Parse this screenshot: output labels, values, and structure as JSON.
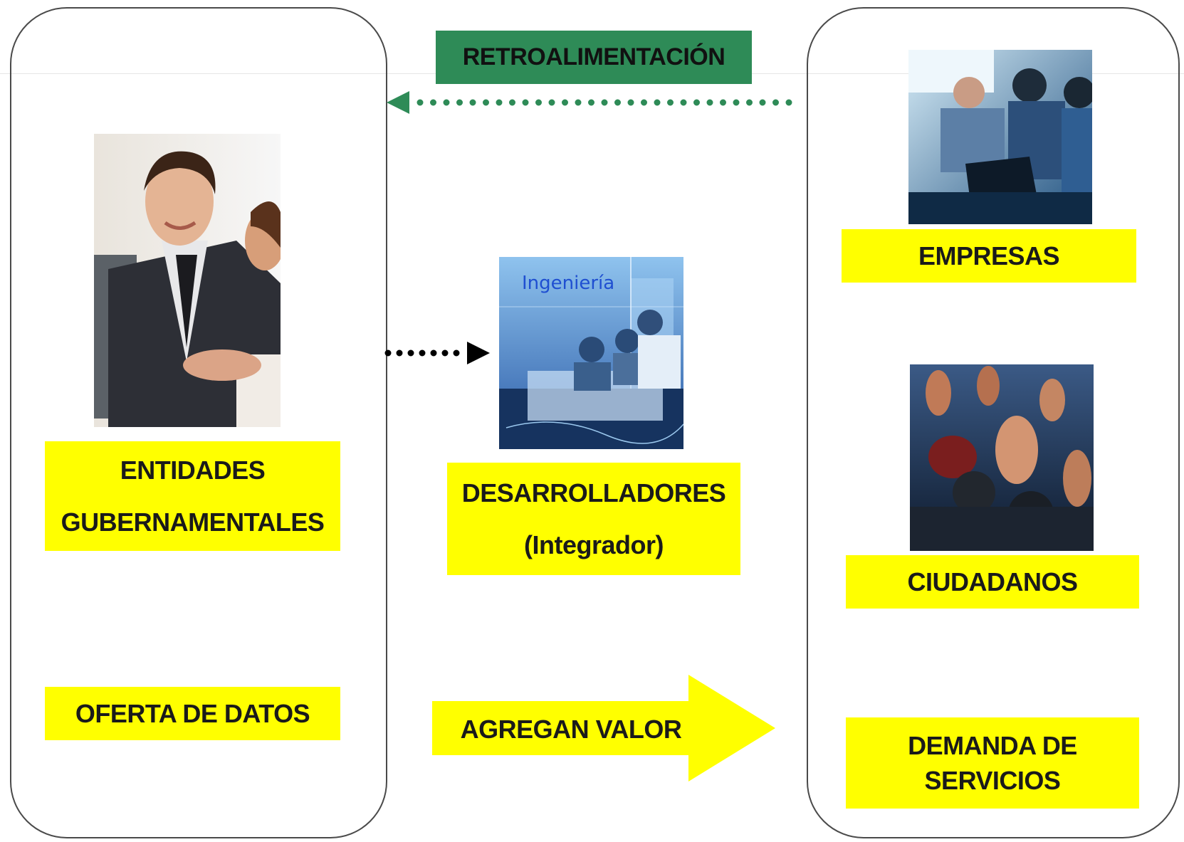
{
  "colors": {
    "highlight": "#ffff00",
    "feedback_green": "#2e8b57",
    "panel_border": "#4a4a4a"
  },
  "feedback": {
    "label": "RETROALIMENTACIÓN"
  },
  "left_panel": {
    "photo_icon": "businessman-handshake-photo",
    "entity_label_line1": "ENTIDADES",
    "entity_label_line2": "GUBERNAMENTALES",
    "offer_label": "OFERTA DE DATOS"
  },
  "center": {
    "photo_icon": "engineering-team-photo",
    "photo_caption": "Ingeniería",
    "dev_label_line1": "DESARROLLADORES",
    "dev_label_line2": "(Integrador)",
    "value_label": "AGREGAN VALOR"
  },
  "right_panel": {
    "companies_photo_icon": "business-meeting-photo",
    "companies_label": "EMPRESAS",
    "citizens_photo_icon": "crowd-raised-hands-photo",
    "citizens_label": "CIUDADANOS",
    "demand_label_line1": "DEMANDA DE",
    "demand_label_line2": "SERVICIOS"
  }
}
